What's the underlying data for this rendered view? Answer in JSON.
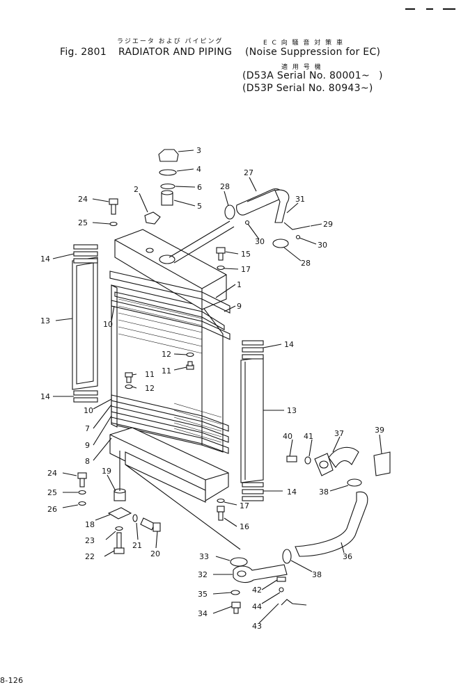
{
  "header": {
    "japanese_title": "ラジエータ および パイピング",
    "japanese_ec": "E C 向 騒 音 対 策 車",
    "fig_label": "Fig. 2801",
    "title": "RADIATOR AND PIPING",
    "subtitle": "(Noise Suppression for EC)",
    "applicable_label": "適 用 号 機",
    "serials": [
      "(D53A  Serial  No. 80001~",
      "(D53P  Serial  No. 80943~)"
    ],
    "close_paren": ")"
  },
  "footer": {
    "page_code": "8-126"
  },
  "parts": [
    {
      "id": "3",
      "label": "3"
    },
    {
      "id": "4",
      "label": "4"
    },
    {
      "id": "6",
      "label": "6"
    },
    {
      "id": "5",
      "label": "5"
    },
    {
      "id": "2",
      "label": "2"
    },
    {
      "id": "27",
      "label": "27"
    },
    {
      "id": "28a",
      "label": "28"
    },
    {
      "id": "31",
      "label": "31"
    },
    {
      "id": "29",
      "label": "29"
    },
    {
      "id": "30a",
      "label": "30"
    },
    {
      "id": "30b",
      "label": "30"
    },
    {
      "id": "28b",
      "label": "28"
    },
    {
      "id": "24a",
      "label": "24"
    },
    {
      "id": "25a",
      "label": "25"
    },
    {
      "id": "15",
      "label": "15"
    },
    {
      "id": "17a",
      "label": "17"
    },
    {
      "id": "1",
      "label": "1"
    },
    {
      "id": "14a",
      "label": "14"
    },
    {
      "id": "9a",
      "label": "9"
    },
    {
      "id": "13a",
      "label": "13"
    },
    {
      "id": "10a",
      "label": "10"
    },
    {
      "id": "14b",
      "label": "14"
    },
    {
      "id": "12a",
      "label": "12"
    },
    {
      "id": "11a",
      "label": "11"
    },
    {
      "id": "11b",
      "label": "11"
    },
    {
      "id": "12b",
      "label": "12"
    },
    {
      "id": "14c",
      "label": "14"
    },
    {
      "id": "10b",
      "label": "10"
    },
    {
      "id": "7",
      "label": "7"
    },
    {
      "id": "13b",
      "label": "13"
    },
    {
      "id": "9b",
      "label": "9"
    },
    {
      "id": "8",
      "label": "8"
    },
    {
      "id": "40",
      "label": "40"
    },
    {
      "id": "41",
      "label": "41"
    },
    {
      "id": "37",
      "label": "37"
    },
    {
      "id": "39",
      "label": "39"
    },
    {
      "id": "24b",
      "label": "24"
    },
    {
      "id": "19",
      "label": "19"
    },
    {
      "id": "25b",
      "label": "25"
    },
    {
      "id": "26",
      "label": "26"
    },
    {
      "id": "18",
      "label": "18"
    },
    {
      "id": "14d",
      "label": "14"
    },
    {
      "id": "38a",
      "label": "38"
    },
    {
      "id": "17b",
      "label": "17"
    },
    {
      "id": "16",
      "label": "16"
    },
    {
      "id": "23",
      "label": "23"
    },
    {
      "id": "21",
      "label": "21"
    },
    {
      "id": "22",
      "label": "22"
    },
    {
      "id": "20",
      "label": "20"
    },
    {
      "id": "36",
      "label": "36"
    },
    {
      "id": "33",
      "label": "33"
    },
    {
      "id": "32",
      "label": "32"
    },
    {
      "id": "38b",
      "label": "38"
    },
    {
      "id": "42",
      "label": "42"
    },
    {
      "id": "35",
      "label": "35"
    },
    {
      "id": "44",
      "label": "44"
    },
    {
      "id": "34",
      "label": "34"
    },
    {
      "id": "43",
      "label": "43"
    }
  ]
}
